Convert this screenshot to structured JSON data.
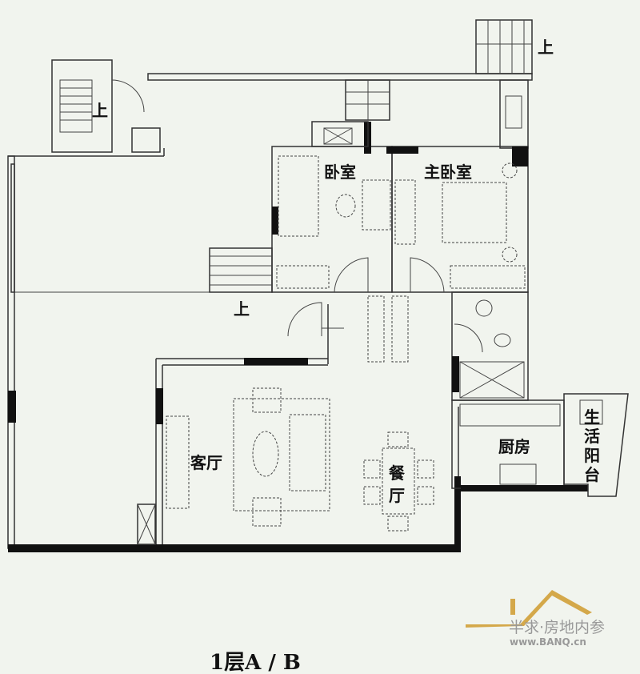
{
  "plan": {
    "title": "1层A / B",
    "rooms": {
      "bedroom": "卧室",
      "master_bedroom": "主卧室",
      "living_room": "客厅",
      "dining_room_1": "餐",
      "dining_room_2": "厅",
      "kitchen": "厨房",
      "balcony_1": "生",
      "balcony_2": "活",
      "balcony_3": "阳",
      "balcony_4": "台"
    },
    "stair_up_label": "上"
  },
  "watermark": {
    "name": "半求·房地内参",
    "url": "www.BANQ.cn",
    "roof_color": "#d4a84a"
  }
}
